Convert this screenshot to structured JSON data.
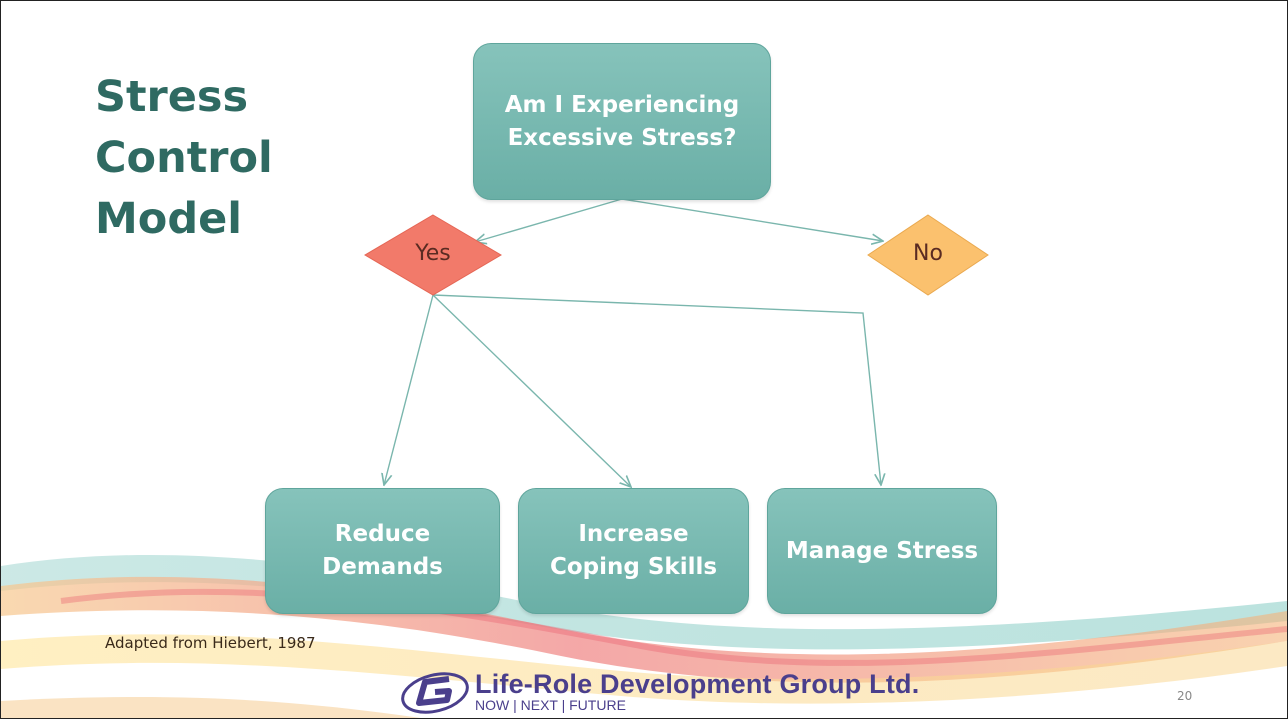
{
  "slide": {
    "title_lines": [
      "Stress",
      "Control",
      "Model"
    ],
    "credit": "Adapted from Hiebert, 1987",
    "page_number": "20"
  },
  "diagram": {
    "question": [
      "Am I Experiencing",
      "Excessive Stress?"
    ],
    "yes": "Yes",
    "no": "No",
    "actions": [
      {
        "lines": [
          "Reduce",
          "Demands"
        ]
      },
      {
        "lines": [
          "Increase",
          "Coping Skills"
        ]
      },
      {
        "lines": [
          "Manage Stress"
        ]
      }
    ]
  },
  "logo": {
    "name": "Life-Role Development Group Ltd.",
    "tagline": "NOW | NEXT | FUTURE"
  },
  "colors": {
    "title": "#2f6a62",
    "box_fill": "#79b9b0",
    "yes_fill": "#f27a6a",
    "no_fill": "#fbc16e",
    "connector": "#7ab6ad",
    "logo": "#4a3f8c"
  }
}
